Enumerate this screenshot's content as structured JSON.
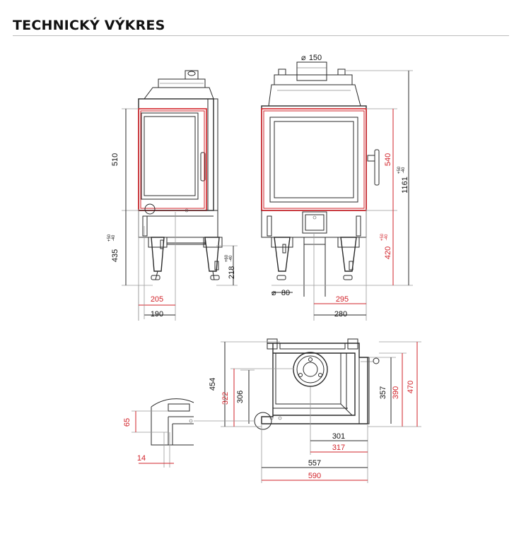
{
  "header": {
    "title": "TECHNICKÝ VÝKRES"
  },
  "front_view": {
    "dims": {
      "d510": "510",
      "d435": "435",
      "d435_tol_plus": "+50",
      "d435_tol_minus": "-40",
      "d218": "218",
      "d218_tol_plus": "+60",
      "d218_tol_minus": "-40",
      "d205": "205",
      "d190": "190"
    }
  },
  "side_view": {
    "dims": {
      "d150": "150",
      "d1161": "1161",
      "d1161_tol_plus": "+50",
      "d1161_tol_minus": "-40",
      "d540": "540",
      "d420": "420",
      "d420_tol_plus": "+50",
      "d420_tol_minus": "-40",
      "d80": "80",
      "d295": "295",
      "d280": "280"
    }
  },
  "top_view": {
    "dims": {
      "d454": "454",
      "d322": "322",
      "d306": "306",
      "d357": "357",
      "d390": "390",
      "d470": "470",
      "d301": "301",
      "d317": "317",
      "d557": "557",
      "d590": "590"
    }
  },
  "detail_view": {
    "dims": {
      "d65": "65",
      "d14": "14"
    }
  },
  "colors": {
    "dimension_red": "#d2232a",
    "line_dark": "#2a2a2a",
    "rule_gray": "#bdbdbd"
  }
}
